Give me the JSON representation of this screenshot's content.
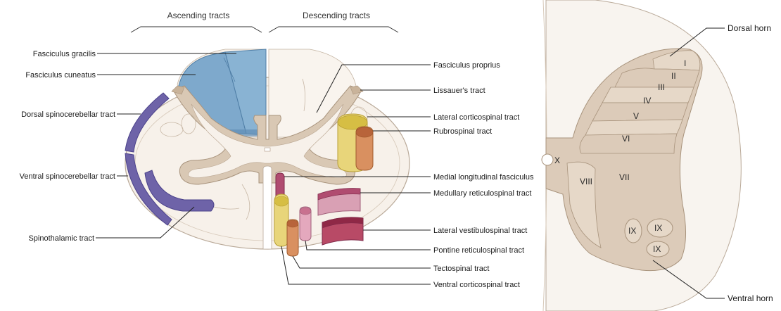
{
  "headers": {
    "ascending": "Ascending tracts",
    "descending": "Descending tracts"
  },
  "left_labels": {
    "fasciculus_gracilis": "Fasciculus gracilis",
    "fasciculus_cuneatus": "Fasciculus cuneatus",
    "dorsal_spinocerebellar": "Dorsal spinocerebellar tract",
    "ventral_spinocerebellar": "Ventral spinocerebellar tract",
    "spinothalamic": "Spinothalamic tract"
  },
  "right_labels": {
    "fasciculus_proprius": "Fasciculus proprius",
    "lissauers": "Lissauer's tract",
    "lateral_corticospinal": "Lateral corticospinal tract",
    "rubrospinal": "Rubrospinal tract",
    "medial_longitudinal": "Medial longitudinal fasciculus",
    "medullary_reticulospinal": "Medullary reticulospinal tract",
    "lateral_vestibulospinal": "Lateral vestibulospinal tract",
    "pontine_reticulospinal": "Pontine reticulospinal tract",
    "tectospinal": "Tectospinal tract",
    "ventral_corticospinal": "Ventral corticospinal tract"
  },
  "laminae": {
    "l1": "I",
    "l2": "II",
    "l3": "III",
    "l4": "IV",
    "l5": "V",
    "l6": "VI",
    "l7": "VII",
    "l8": "VIII",
    "l9a": "IX",
    "l9b": "IX",
    "l9c": "IX",
    "l10": "X"
  },
  "horn_labels": {
    "dorsal": "Dorsal horn",
    "ventral": "Ventral horn"
  },
  "colors": {
    "dorsal_column": "#7ea9cc",
    "spinocerebellar": "#6e63a8",
    "corticospinal": "#e8d57a",
    "rubrospinal": "#c77a4a",
    "reticulospinal": "#c98aa0",
    "vestibulospinal": "#b84a66",
    "grey_matter": "#d9c8b4",
    "white_matter": "#f7f1ea"
  }
}
